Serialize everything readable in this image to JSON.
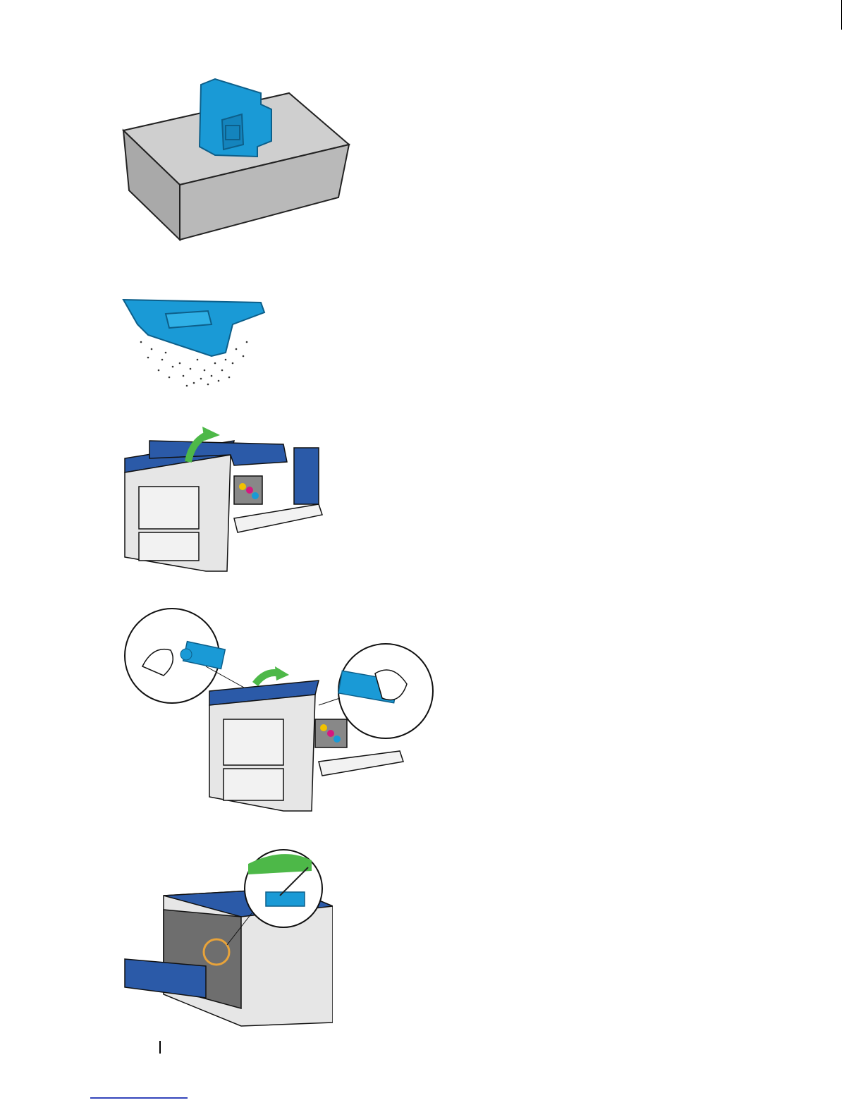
{
  "page": {
    "figures": [
      {
        "name": "waste-toner-box-on-surface",
        "alt_icon": "waste-toner-box-icon"
      },
      {
        "name": "waste-toner-box-tilted-spilled-toner",
        "alt_icon": "spilled-toner-icon"
      },
      {
        "name": "printer-top-cover-open",
        "alt_icon": "printer-icon"
      },
      {
        "name": "printer-cleaning-rod-removal",
        "alt_icon": "cleaning-rod-icon"
      },
      {
        "name": "printer-rear-cleaning-sensor",
        "alt_icon": "cleaning-swab-icon"
      }
    ],
    "colors": {
      "part_blue": "#1a9ad6",
      "printer_blue": "#2b5aa8",
      "printer_gray": "#d9d9d9",
      "table_gray": "#c8c8c8",
      "arrow_green": "#4db848",
      "highlight_orange": "#e8a33a",
      "link_blue": "#3344bb"
    }
  }
}
